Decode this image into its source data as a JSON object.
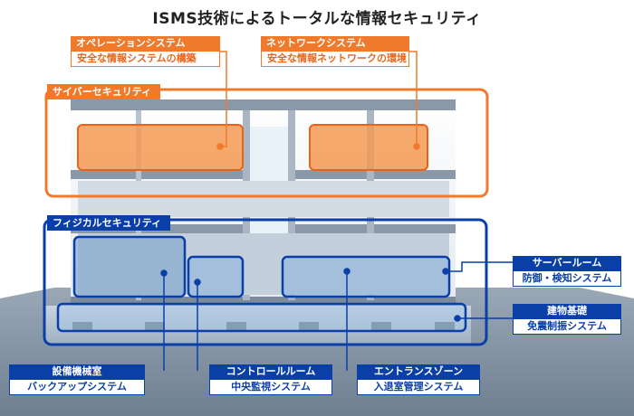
{
  "title": "ISMS技術によるトータルな情報セキュリティ",
  "groups": {
    "cyber": "サイバーセキュリティ",
    "physical": "フィジカルセキュリティ"
  },
  "labels": {
    "operation": {
      "heading": "オペレーションシステム",
      "sub": "安全な情報システムの構築"
    },
    "network": {
      "heading": "ネットワークシステム",
      "sub": "安全な情報ネットワークの環境"
    },
    "server": {
      "heading": "サーバールーム",
      "sub": "防御・検知システム"
    },
    "foundation": {
      "heading": "建物基礎",
      "sub": "免震制振システム"
    },
    "equipment": {
      "heading": "設備機械室",
      "sub": "バックアップシステム"
    },
    "control": {
      "heading": "コントロールルーム",
      "sub": "中央監視システム"
    },
    "entrance": {
      "heading": "エントランスゾーン",
      "sub": "入退室管理システム"
    }
  },
  "colors": {
    "orange": "#f07a2c",
    "blue": "#0a3fa8"
  }
}
